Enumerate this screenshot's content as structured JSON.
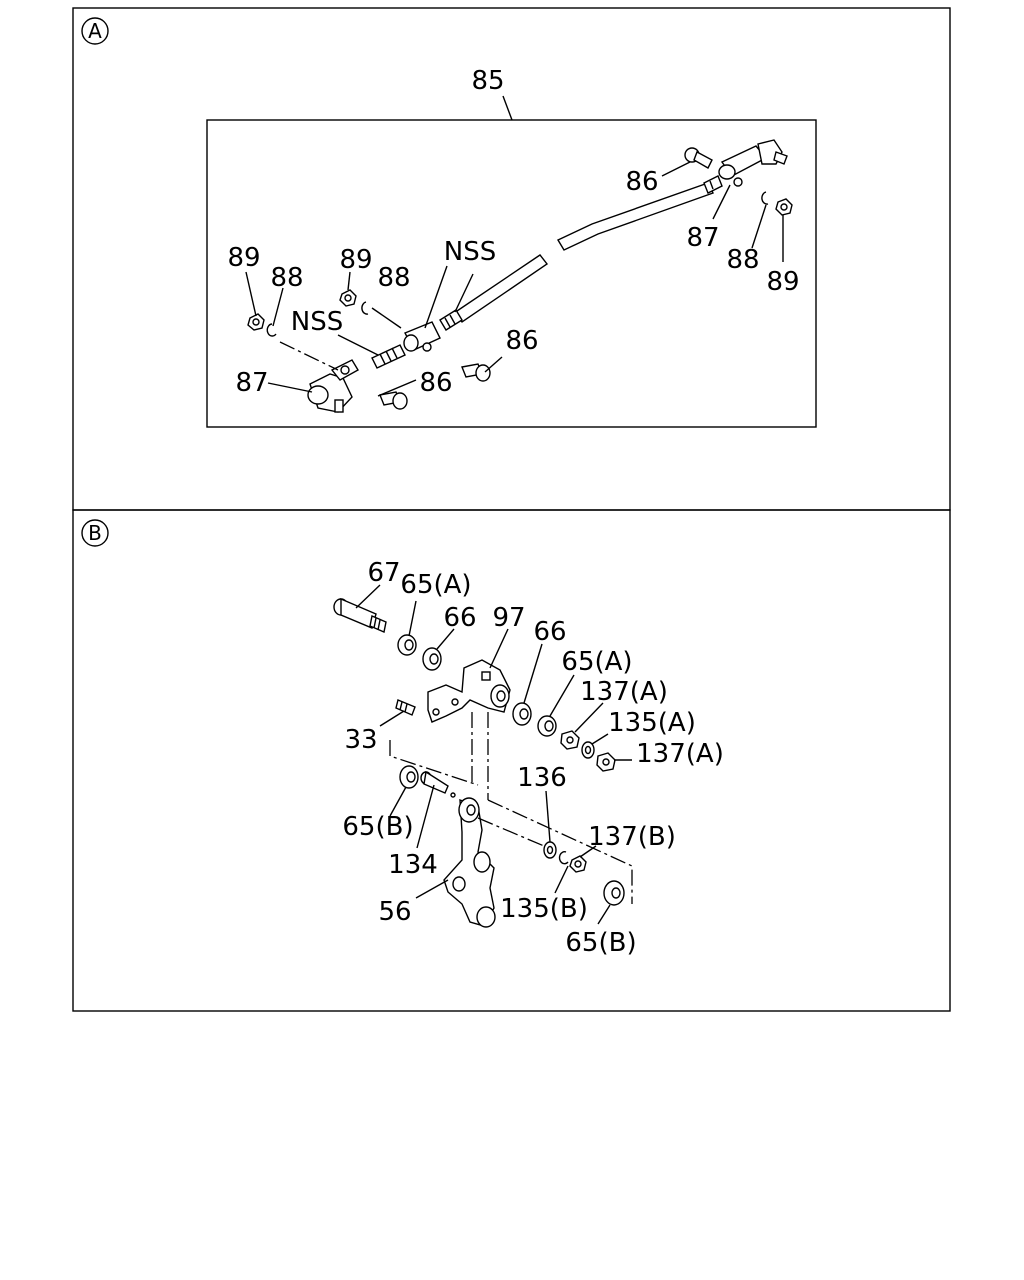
{
  "sections": [
    {
      "marker": "A"
    },
    {
      "marker": "B"
    }
  ],
  "callouts_a": {
    "assembly": "85",
    "nss_upper": "NSS",
    "nss_lower": "NSS",
    "n89_left": "89",
    "n88_left": "88",
    "n89_mid": "89",
    "n88_mid": "88",
    "n86_right_top": "86",
    "n87_right": "87",
    "n88_right": "88",
    "n89_right": "89",
    "n86_mid": "86",
    "n86_low": "86",
    "n87_left": "87"
  },
  "callouts_b": {
    "n67": "67",
    "n65a_top": "65(A)",
    "n66_left": "66",
    "n97": "97",
    "n66_right": "66",
    "n65a_right": "65(A)",
    "n137a_top": "137(A)",
    "n135a": "135(A)",
    "n137a_bottom": "137(A)",
    "n33": "33",
    "n136": "136",
    "n137b": "137(B)",
    "n65b_left": "65(B)",
    "n134": "134",
    "n56": "56",
    "n135b": "135(B)",
    "n65b_bottom": "65(B)"
  }
}
